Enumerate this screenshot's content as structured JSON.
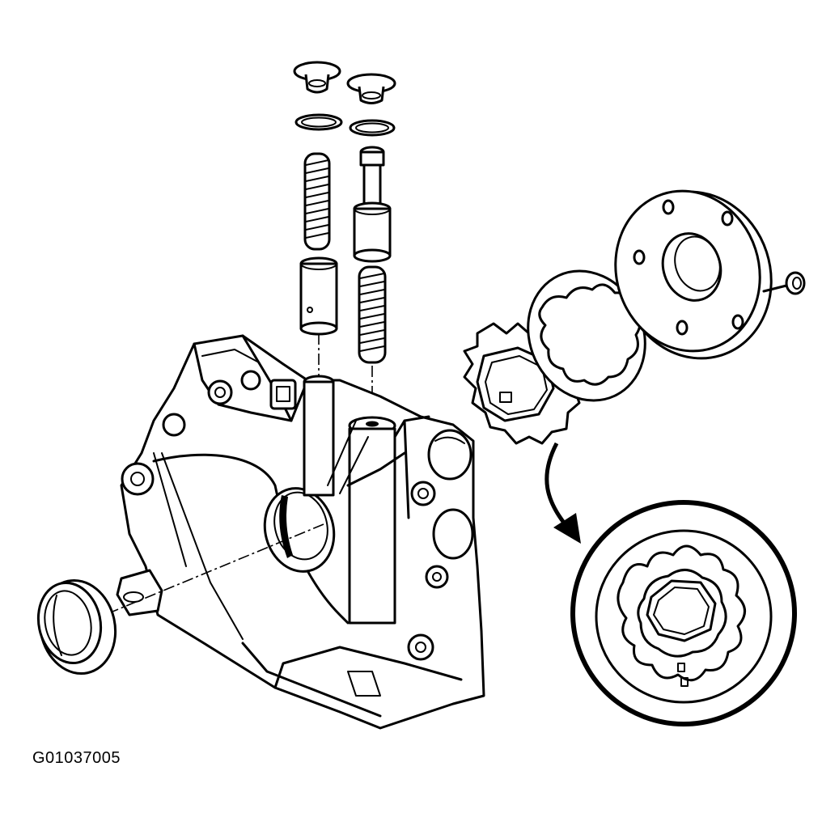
{
  "figure": {
    "id_label": "G01037005",
    "line_color": "#000000",
    "background": "#ffffff"
  },
  "parts": [
    {
      "name": "plug-caps",
      "count": 2
    },
    {
      "name": "sealing-rings",
      "count": 2
    },
    {
      "name": "springs",
      "count": 2
    },
    {
      "name": "valve-pistons",
      "count": 2
    },
    {
      "name": "oil-pump-housing"
    },
    {
      "name": "crankshaft-seal"
    },
    {
      "name": "inner-rotor"
    },
    {
      "name": "outer-rotor"
    },
    {
      "name": "pump-cover"
    },
    {
      "name": "cover-screw"
    },
    {
      "name": "detail-view-assembled-rotors"
    }
  ]
}
